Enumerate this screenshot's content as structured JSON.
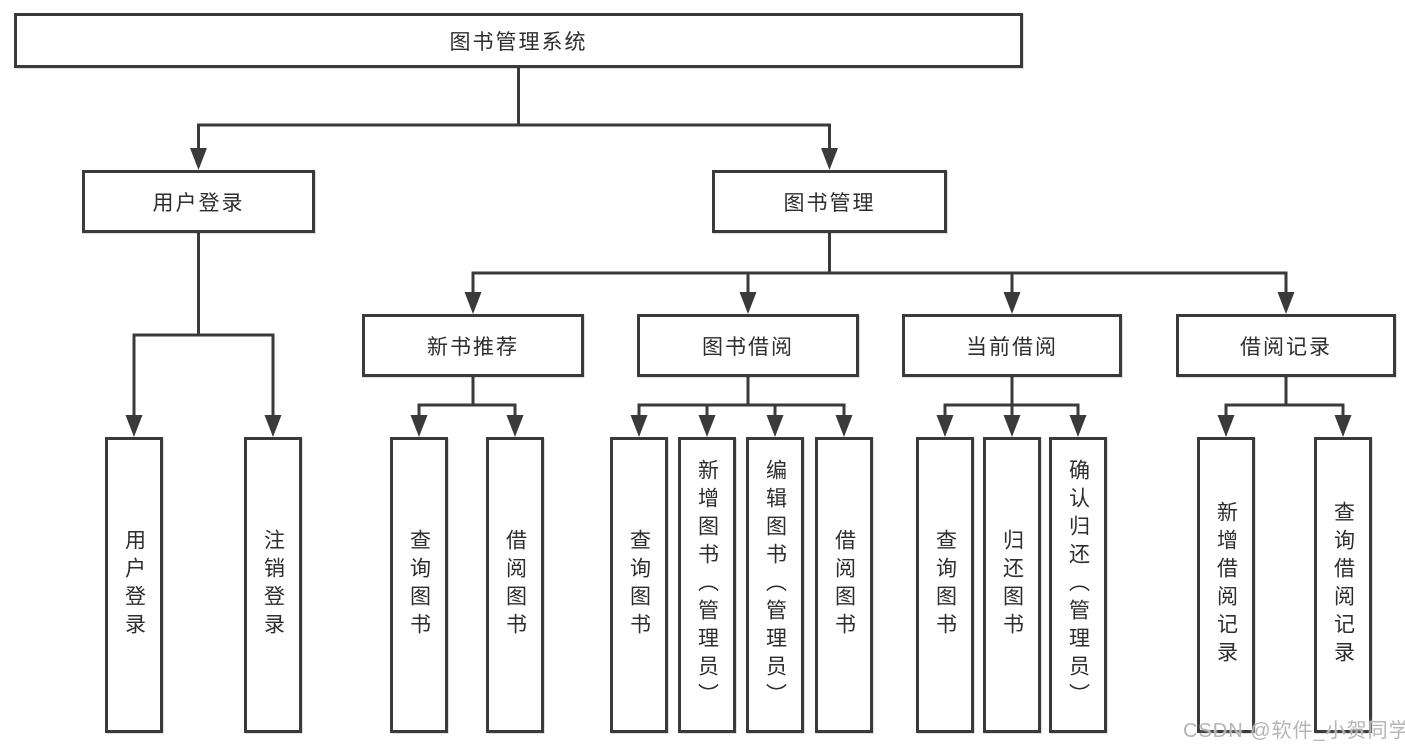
{
  "diagram": {
    "root": {
      "label": "图书管理系统"
    },
    "level2": [
      {
        "label": "用户登录"
      },
      {
        "label": "图书管理"
      }
    ],
    "level3": [
      {
        "label": "新书推荐"
      },
      {
        "label": "图书借阅"
      },
      {
        "label": "当前借阅"
      },
      {
        "label": "借阅记录"
      }
    ],
    "leaves": [
      {
        "label": "用户登录"
      },
      {
        "label": "注销登录"
      },
      {
        "label": "查询图书"
      },
      {
        "label": "借阅图书"
      },
      {
        "label": "查询图书"
      },
      {
        "label": "新增图书（管理员）"
      },
      {
        "label": "编辑图书（管理员）"
      },
      {
        "label": "借阅图书"
      },
      {
        "label": "查询图书"
      },
      {
        "label": "归还图书"
      },
      {
        "label": "确认归还（管理员）"
      },
      {
        "label": "新增借阅记录"
      },
      {
        "label": "查询借阅记录"
      }
    ],
    "line_color": "#3a3a3a",
    "box_border_color": "#3a3a3a",
    "text_color": "#2d2d2d"
  },
  "watermark": {
    "text": "CSDN @软件_小贺同学",
    "color": "#b5b5b5"
  }
}
